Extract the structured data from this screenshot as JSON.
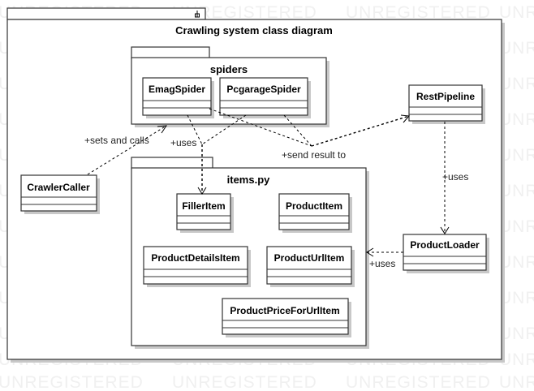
{
  "diagram": {
    "frame_title": "Crawling system class diagram",
    "watermark": "UNREGISTERED",
    "packages": {
      "spiders": "spiders",
      "items": "items.py"
    },
    "classes": {
      "emag_spider": "EmagSpider",
      "pcgarage_spider": "PcgarageSpider",
      "rest_pipeline": "RestPipeline",
      "crawler_caller": "CrawlerCaller",
      "filler_item": "FillerItem",
      "product_item": "ProductItem",
      "product_details_item": "ProductDetailsItem",
      "product_url_item": "ProductUrlItem",
      "product_price_for_url_item": "ProductPriceForUrlItem",
      "product_loader": "ProductLoader"
    },
    "labels": {
      "sets_and_calls": "+sets and calls",
      "uses_spiders_items": "+uses",
      "send_result_to": "+send result to",
      "uses_pipeline_loader": "+uses",
      "uses_loader_items": "+uses"
    }
  }
}
